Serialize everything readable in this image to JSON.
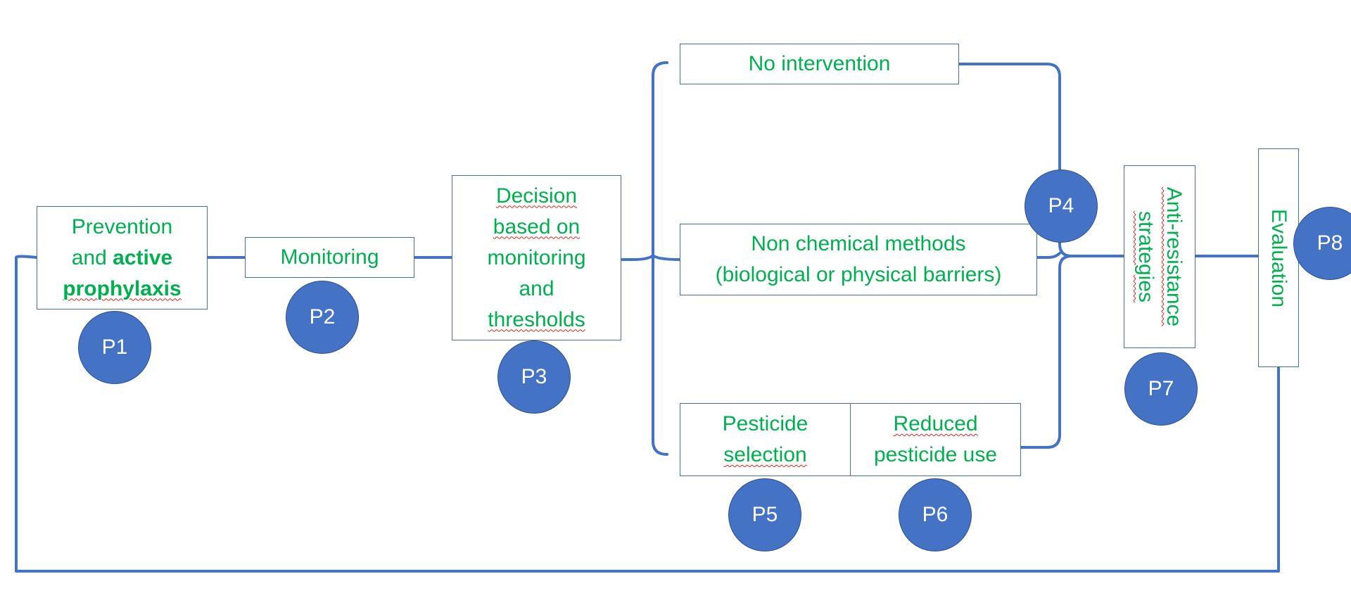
{
  "boxes": {
    "prevention": {
      "line1": "Prevention",
      "line2_plain": "and ",
      "line2_bold": "active",
      "line3": "prophylaxis"
    },
    "monitoring": {
      "label": "Monitoring"
    },
    "decision": {
      "line1": "Decision",
      "line2": "based on",
      "line3": "monitoring",
      "line4": "and",
      "line5": "thresholds"
    },
    "no_intervention": {
      "label": "No intervention"
    },
    "non_chemical": {
      "line1": "Non chemical methods",
      "line2": "(biological or physical barriers)"
    },
    "pesticide_selection": {
      "line1": "Pesticide",
      "line2": "selection"
    },
    "reduced_pesticide": {
      "line1": "Reduced",
      "line2": "pesticide use"
    },
    "anti_resistance": {
      "line1": "Anti-resistance",
      "line2": "strategies"
    },
    "evaluation": {
      "label": "Evaluation"
    }
  },
  "principles": {
    "p1": "P1",
    "p2": "P2",
    "p3": "P3",
    "p4": "P4",
    "p5": "P5",
    "p6": "P6",
    "p7": "P7",
    "p8": "P8"
  },
  "colors": {
    "connector": "#4472c4",
    "box_border": "#41719c",
    "box_text": "#00b050",
    "circle_fill": "#4472c4",
    "circle_text": "#ffffff",
    "spellcheck_underline": "#e02020"
  }
}
